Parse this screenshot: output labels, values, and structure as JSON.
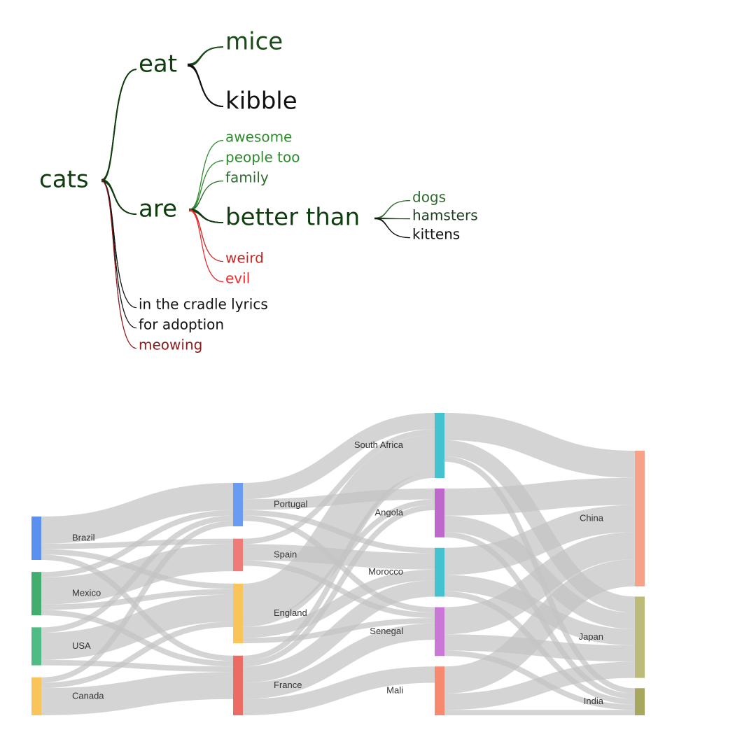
{
  "word_tree": {
    "root": {
      "text": "cats",
      "color": "#0f3d0f"
    },
    "nodes": [
      {
        "id": "eat",
        "text": "eat",
        "parent": "root",
        "color": "#0f3d0f"
      },
      {
        "id": "mice",
        "text": "mice",
        "parent": "eat",
        "color": "#1a4a1a"
      },
      {
        "id": "kibble",
        "text": "kibble",
        "parent": "eat",
        "color": "#111111"
      },
      {
        "id": "are",
        "text": "are",
        "parent": "root",
        "color": "#0f3d0f"
      },
      {
        "id": "awesome",
        "text": "awesome",
        "parent": "are",
        "color": "#2e8b2e"
      },
      {
        "id": "people_too",
        "text": "people too",
        "parent": "are",
        "color": "#2e8b2e"
      },
      {
        "id": "family",
        "text": "family",
        "parent": "are",
        "color": "#2f6a2f"
      },
      {
        "id": "better_than",
        "text": "better than",
        "parent": "are",
        "color": "#0f3d0f"
      },
      {
        "id": "dogs",
        "text": "dogs",
        "parent": "better_than",
        "color": "#2f6a2f"
      },
      {
        "id": "hamsters",
        "text": "hamsters",
        "parent": "better_than",
        "color": "#1e3b1e"
      },
      {
        "id": "kittens",
        "text": "kittens",
        "parent": "better_than",
        "color": "#111111"
      },
      {
        "id": "weird",
        "text": "weird",
        "parent": "are",
        "color": "#c62828"
      },
      {
        "id": "evil",
        "text": "evil",
        "parent": "are",
        "color": "#ef2b2b"
      },
      {
        "id": "cradle",
        "text": "in the cradle lyrics",
        "parent": "root",
        "color": "#111111"
      },
      {
        "id": "adoption",
        "text": "for adoption",
        "parent": "root",
        "color": "#111111"
      },
      {
        "id": "meowing",
        "text": "meowing",
        "parent": "root",
        "color": "#8b1a1a"
      }
    ]
  },
  "sankey": {
    "link_color": "#c4c4c4",
    "nodes": [
      {
        "name": "Brazil",
        "color": "#5b8ff0"
      },
      {
        "name": "Mexico",
        "color": "#42ad6f"
      },
      {
        "name": "USA",
        "color": "#50bc85"
      },
      {
        "name": "Canada",
        "color": "#f9c55b"
      },
      {
        "name": "Portugal",
        "color": "#6a9bf2"
      },
      {
        "name": "Spain",
        "color": "#ef7b76"
      },
      {
        "name": "England",
        "color": "#f9c55b"
      },
      {
        "name": "France",
        "color": "#ec6c64"
      },
      {
        "name": "South Africa",
        "color": "#44c2d2"
      },
      {
        "name": "Angola",
        "color": "#be68cc"
      },
      {
        "name": "Morocco",
        "color": "#44c2d2"
      },
      {
        "name": "Senegal",
        "color": "#c978d6"
      },
      {
        "name": "Mali",
        "color": "#f7896e"
      },
      {
        "name": "China",
        "color": "#f7a189"
      },
      {
        "name": "Japan",
        "color": "#bcbb7a"
      },
      {
        "name": "India",
        "color": "#a7a75d"
      }
    ],
    "links": [
      [
        "Brazil",
        "Portugal",
        5
      ],
      [
        "Brazil",
        "France",
        1
      ],
      [
        "Brazil",
        "Spain",
        1
      ],
      [
        "Brazil",
        "England",
        1
      ],
      [
        "Canada",
        "Portugal",
        1
      ],
      [
        "Canada",
        "France",
        5
      ],
      [
        "Canada",
        "England",
        1
      ],
      [
        "Mexico",
        "Portugal",
        1
      ],
      [
        "Mexico",
        "France",
        1
      ],
      [
        "Mexico",
        "Spain",
        5
      ],
      [
        "Mexico",
        "England",
        1
      ],
      [
        "USA",
        "Portugal",
        1
      ],
      [
        "USA",
        "France",
        1
      ],
      [
        "USA",
        "England",
        5
      ],
      [
        "Portugal",
        "Angola",
        2
      ],
      [
        "Portugal",
        "Senegal",
        1
      ],
      [
        "Portugal",
        "Morocco",
        1
      ],
      [
        "Portugal",
        "South Africa",
        3
      ],
      [
        "France",
        "Angola",
        1
      ],
      [
        "France",
        "Senegal",
        3
      ],
      [
        "France",
        "Mali",
        3
      ],
      [
        "France",
        "Morocco",
        3
      ],
      [
        "France",
        "South Africa",
        1
      ],
      [
        "Spain",
        "Senegal",
        1
      ],
      [
        "Spain",
        "Morocco",
        3
      ],
      [
        "Spain",
        "South Africa",
        1
      ],
      [
        "England",
        "Angola",
        1
      ],
      [
        "England",
        "Senegal",
        1
      ],
      [
        "England",
        "Morocco",
        2
      ],
      [
        "England",
        "South Africa",
        7
      ],
      [
        "South Africa",
        "China",
        5
      ],
      [
        "South Africa",
        "India",
        1
      ],
      [
        "South Africa",
        "Japan",
        3
      ],
      [
        "Angola",
        "China",
        5
      ],
      [
        "Angola",
        "India",
        1
      ],
      [
        "Angola",
        "Japan",
        3
      ],
      [
        "Senegal",
        "China",
        5
      ],
      [
        "Senegal",
        "India",
        1
      ],
      [
        "Senegal",
        "Japan",
        3
      ],
      [
        "Mali",
        "China",
        5
      ],
      [
        "Mali",
        "India",
        1
      ],
      [
        "Mali",
        "Japan",
        3
      ],
      [
        "Morocco",
        "China",
        5
      ],
      [
        "Morocco",
        "India",
        1
      ],
      [
        "Morocco",
        "Japan",
        3
      ]
    ]
  }
}
